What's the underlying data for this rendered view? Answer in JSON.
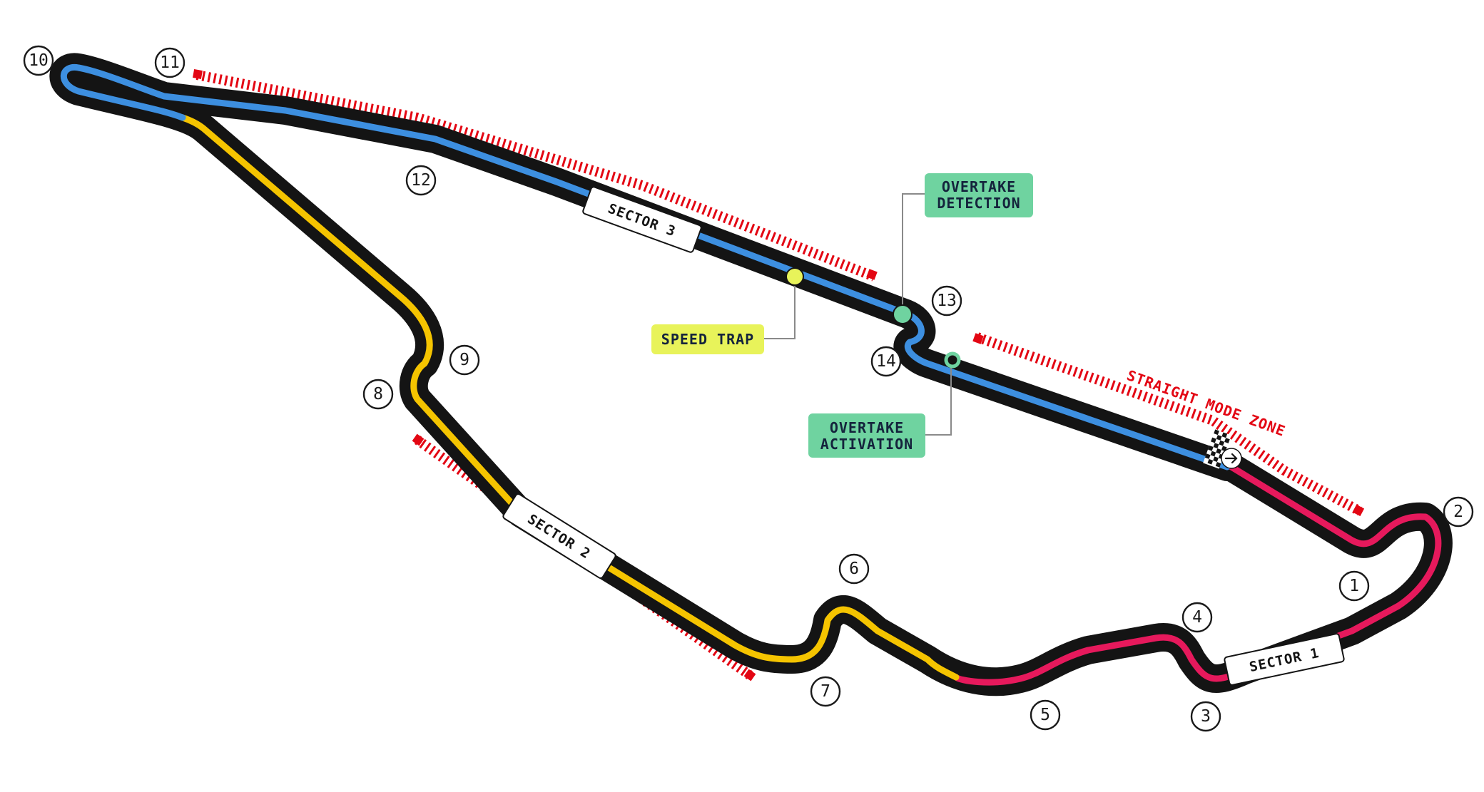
{
  "sectors": [
    {
      "label": "SECTOR 1",
      "color": "#e6195c"
    },
    {
      "label": "SECTOR 2",
      "color": "#f5c400"
    },
    {
      "label": "SECTOR 3",
      "color": "#3d8fe0"
    }
  ],
  "corners": [
    "1",
    "2",
    "3",
    "4",
    "5",
    "6",
    "7",
    "8",
    "9",
    "10",
    "11",
    "12",
    "13",
    "14"
  ],
  "callouts": {
    "speed_trap": "SPEED TRAP",
    "overtake_detection": [
      "OVERTAKE",
      "DETECTION"
    ],
    "overtake_activation": [
      "OVERTAKE",
      "ACTIVATION"
    ]
  },
  "zone_label": "STRAIGHT MODE ZONE",
  "colors": {
    "track": "#141414",
    "zone": "#e30613",
    "detection": "#6fd3a0",
    "speed_trap": "#e8f35a"
  },
  "icons": {
    "finish": "checkered-flag-icon",
    "direction": "arrow-right-icon"
  }
}
